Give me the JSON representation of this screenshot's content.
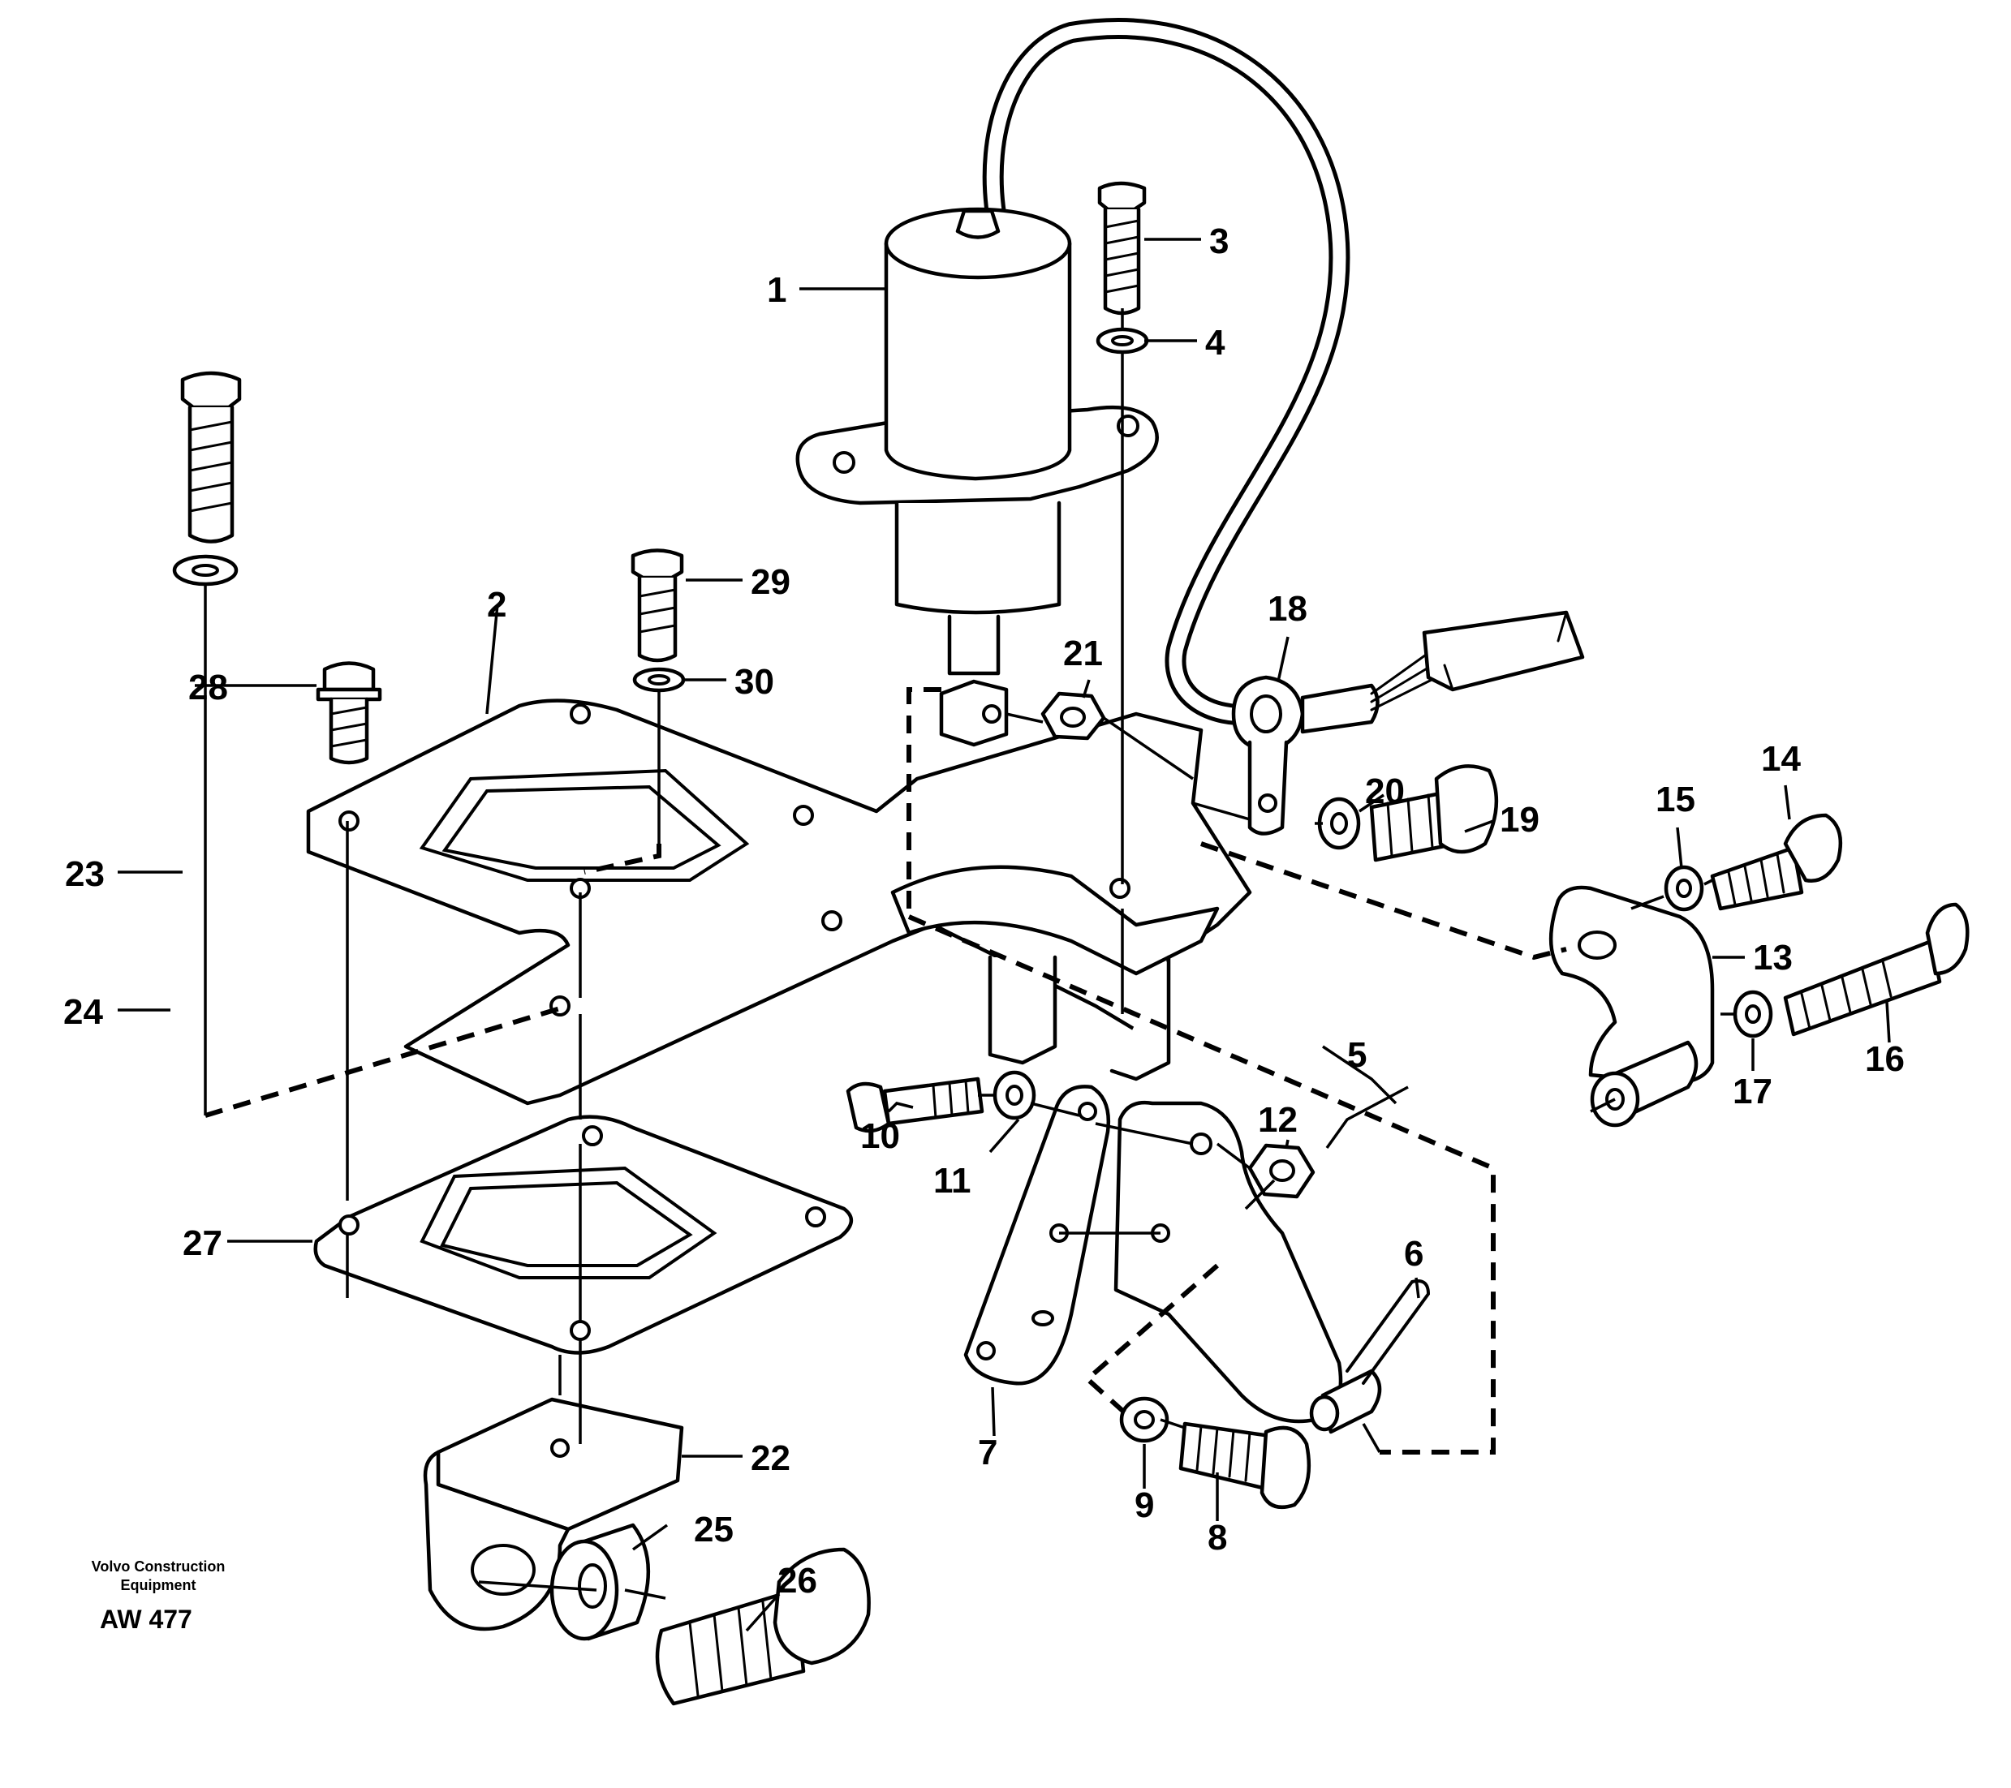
{
  "labels": {
    "1": "1",
    "2": "2",
    "3": "3",
    "4": "4",
    "5": "5",
    "6": "6",
    "7": "7",
    "8": "8",
    "9": "9",
    "10": "10",
    "11": "11",
    "12": "12",
    "13": "13",
    "14": "14",
    "15": "15",
    "16": "16",
    "17": "17",
    "18": "18",
    "19": "19",
    "20": "20",
    "21": "21",
    "22": "22",
    "23": "23",
    "24": "24",
    "25": "25",
    "26": "26",
    "27": "27",
    "28": "28",
    "29": "29",
    "30": "30"
  },
  "footer": {
    "publisher_line1": "Volvo Construction",
    "publisher_line2": "Equipment",
    "drawing_code": "AW 477"
  },
  "colors": {
    "ink": "#000000",
    "paper": "#ffffff"
  }
}
